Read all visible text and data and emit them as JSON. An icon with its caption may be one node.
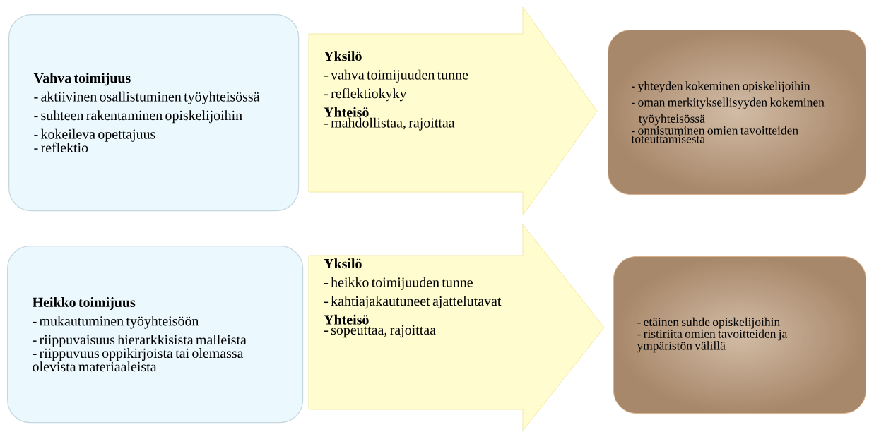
{
  "diagram": {
    "nodes": [
      {
        "text": [
          "Vahva toimijuus",
          "- aktiivinen osallistuminen työyhteisössä",
          "- suhteen rakentaminen opiskelijoihin",
          "- kokeileva opettajuus",
          "- reflektio"
        ]
      },
      {
        "text": [
          "Yksilö",
          "- vahva toimijuuden tunne",
          "- reflektiokyky",
          "Yhteisö",
          "- mahdollistaa, rajoittaa"
        ]
      },
      {
        "text": [
          "- yhteyden kokeminen opiskelijoihin",
          "- oman merkityksellisyyden kokeminen työyhteisössä",
          "- onnistuminen omien tavoitteiden toteuttamisesta"
        ]
      },
      {
        "text": [
          "Heikko toimijuus",
          "- mukautuminen työyhteisöön",
          "- riippuvaisuus hierarkkisista malleista",
          "- riippuvuus oppikirjoista tai olemassa olevista materiaaleista"
        ]
      },
      {
        "text": [
          "Yksilö",
          "- heikko toimijuuden tunne",
          "- kahtiajakautuneet ajattelutavat",
          "Yhteisö",
          "- sopeuttaa, rajoittaa"
        ]
      },
      {
        "text": [
          "- etäinen suhde opiskelijoihin",
          "- ristiriita omien tavoitteiden ja ympäristön välillä"
        ]
      }
    ]
  }
}
